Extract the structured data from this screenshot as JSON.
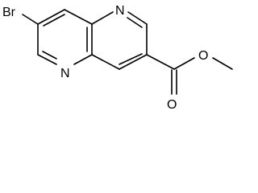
{
  "molecule": {
    "atom_labels": {
      "bromine": "Br",
      "nitrogen_top": "N",
      "nitrogen_bottom": "N",
      "oxygen_ether": "O",
      "oxygen_carbonyl": "O"
    }
  }
}
